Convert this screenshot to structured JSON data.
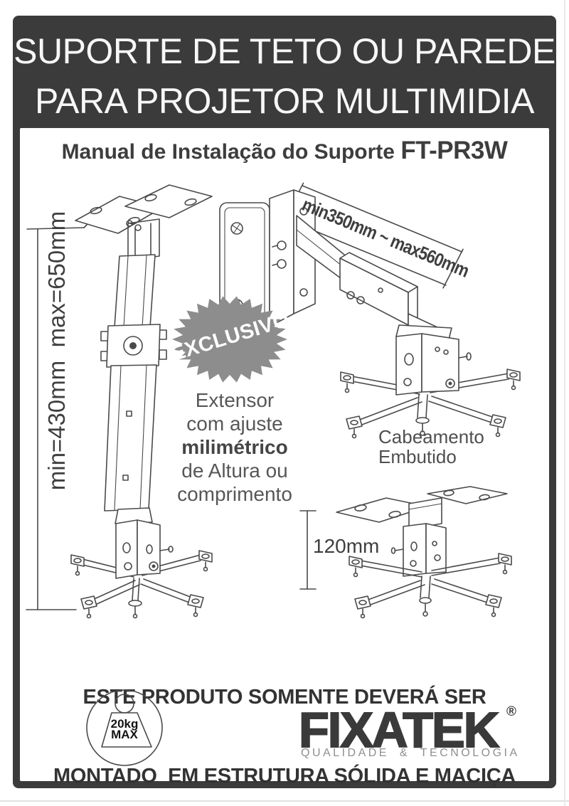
{
  "banner": {
    "line1": "SUPORTE DE TETO OU PAREDE",
    "line2": "PARA PROJETOR MULTIMIDIA"
  },
  "manual_title": {
    "prefix": "Manual de Instalação do Suporte ",
    "model": "FT-PR3W"
  },
  "figures": {
    "height_dim_label": "min=430mm  max=650mm",
    "arm_dim_label": "min350mm ~ max560mm",
    "drop_dim_label": "120mm",
    "exclusive_badge": "EXCLUSIVO",
    "extensor_note": {
      "line1": "Extensor",
      "line2": "com ajuste",
      "line3": "milimétrico",
      "line4": "de Altura ou",
      "line5": "comprimento"
    },
    "cabling_note": {
      "line1": "Cabeamento",
      "line2": "Embutido"
    }
  },
  "warning": {
    "line1": "ESTE PRODUTO SOMENTE DEVERÁ SER",
    "line2": "MONTADO  EM ESTRUTURA SÓLIDA E MACIÇA"
  },
  "weight_badge": {
    "value": "20kg",
    "label": "MAX"
  },
  "brand": {
    "name": "FIXATEK",
    "registered": "®",
    "tagline": "QUALIDADE & TECNOLOGIA"
  },
  "colors": {
    "frame_dark": "#3b3b3b",
    "badge_gray": "#8d8d8d",
    "ink": "#3f3f3f",
    "note_gray": "#575757",
    "brand_dark": "#3a3a3a",
    "tagline_gray": "#8f8f8f"
  }
}
